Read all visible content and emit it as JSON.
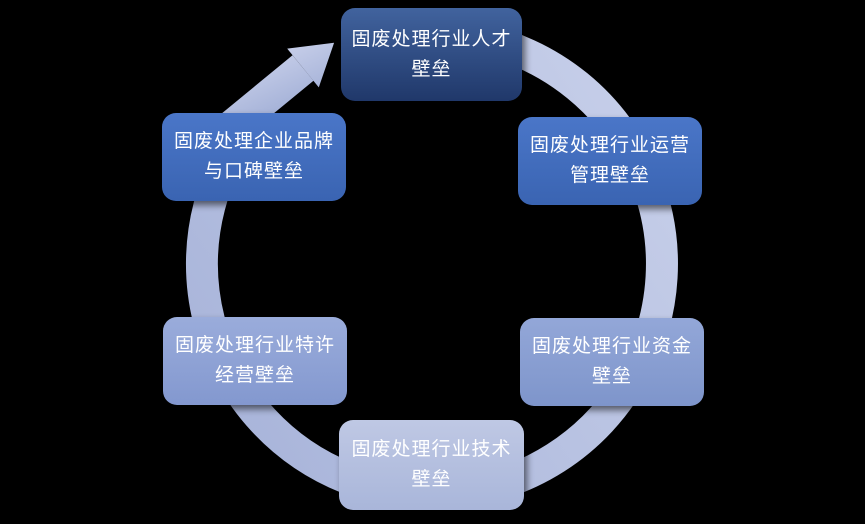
{
  "diagram": {
    "type": "cycle",
    "flow_direction": "clockwise",
    "background_color": "#000000",
    "ring": {
      "color_dark": "#a7b3d9",
      "color_light": "#c8d0ea",
      "arrow_color_light": "#d0d6ee",
      "arrow_color_dark": "#92a2ce"
    },
    "nodes": [
      {
        "id": "talent-barrier",
        "position": "top",
        "line1": "固废处理行业人才",
        "line2": "壁垒",
        "color_top": "#41639e",
        "color_bottom": "#20386a",
        "text_color": "#ffffff"
      },
      {
        "id": "operation-management-barrier",
        "position": "top-right",
        "line1": "固废处理行业运营",
        "line2": "管理壁垒",
        "color_top": "#4a76c8",
        "color_bottom": "#3a64b2",
        "text_color": "#ffffff"
      },
      {
        "id": "capital-barrier",
        "position": "right",
        "line1": "固废处理行业资金",
        "line2": "壁垒",
        "color_top": "#93a7d8",
        "color_bottom": "#7e95cb",
        "text_color": "#ffffff"
      },
      {
        "id": "technology-barrier",
        "position": "bottom",
        "line1": "固废处理行业技术",
        "line2": "壁垒",
        "color_top": "#bfc8e4",
        "color_bottom": "#a9b6da",
        "text_color": "#ffffff"
      },
      {
        "id": "franchise-barrier",
        "position": "left",
        "line1": "固废处理行业特许",
        "line2": "经营壁垒",
        "color_top": "#9aacdb",
        "color_bottom": "#8398cf",
        "text_color": "#ffffff"
      },
      {
        "id": "brand-reputation-barrier",
        "position": "top-left",
        "line1": "固废处理企业品牌",
        "line2": "与口碑壁垒",
        "color_top": "#4a76c8",
        "color_bottom": "#3a64b2",
        "text_color": "#ffffff"
      }
    ]
  }
}
